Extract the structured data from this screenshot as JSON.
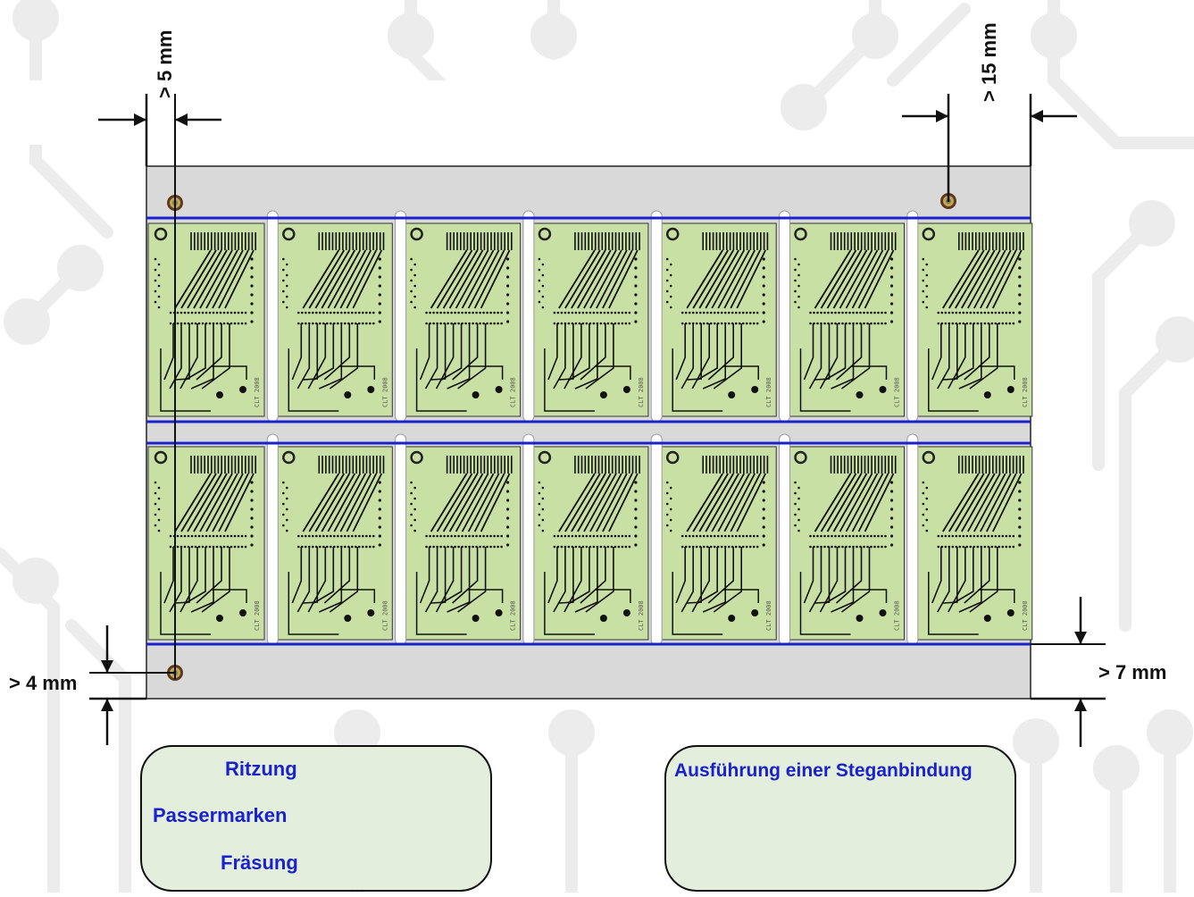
{
  "dimensions": {
    "left_margin": "> 5 mm",
    "right_margin": "> 15 mm",
    "bottom_left": "> 4 mm",
    "bottom_right": "> 7 mm"
  },
  "panel": {
    "rows": 2,
    "columns": 7,
    "board_marking": "CLT 2008"
  },
  "legend": {
    "scoring_label": "Ritzung",
    "fiducial_label": "Passermarken",
    "milling_label": "Fräsung"
  },
  "tab_detail": {
    "title": "Ausführung einer Steganbindung"
  },
  "colors": {
    "scoring_line": "#1a22cc",
    "board_fill": "#c9e0a5",
    "panel_fill": "#d9d9d9",
    "trace": "#111111",
    "legend_text": "#1a22cc",
    "legend_fill": "#e3eedd",
    "copper_green": "#00b21a",
    "substrate_yellow": "#cccc00",
    "background_circuit": "#ececec"
  }
}
